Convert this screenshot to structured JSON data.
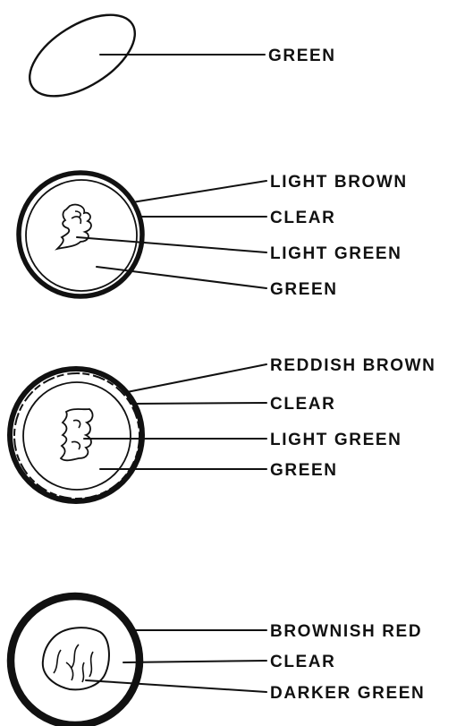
{
  "stages": [
    {
      "id": "stage-1",
      "labels": [
        "GREEN"
      ]
    },
    {
      "id": "stage-2",
      "labels": [
        "LIGHT BROWN",
        "CLEAR",
        "LIGHT GREEN",
        "GREEN"
      ]
    },
    {
      "id": "stage-3",
      "labels": [
        "REDDISH BROWN",
        "CLEAR",
        "LIGHT GREEN",
        "GREEN"
      ]
    },
    {
      "id": "stage-4",
      "labels": [
        "BROWNISH RED",
        "CLEAR",
        "DARKER GREEN"
      ]
    }
  ]
}
